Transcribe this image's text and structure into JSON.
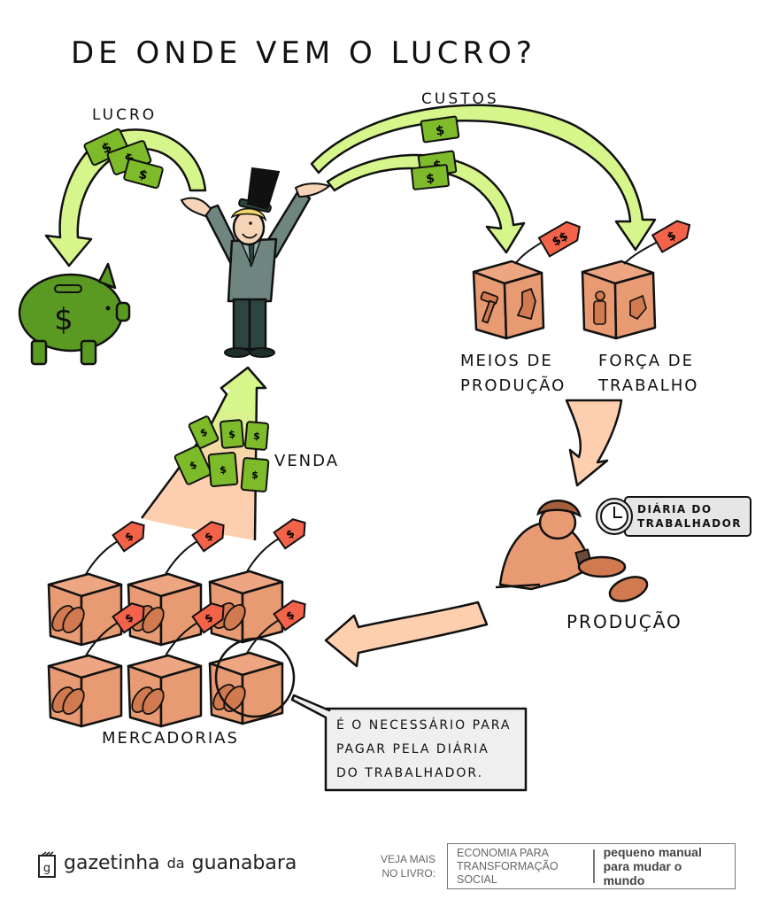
{
  "title": "DE ONDE VEM O LUCRO?",
  "labels": {
    "lucro": "LUCRO",
    "custos": "CUSTOS",
    "meios_line1": "MEIOS DE",
    "meios_line2": "PRODUÇÃO",
    "forca_line1": "FORÇA DE",
    "forca_line2": "TRABALHO",
    "venda": "VENDA",
    "producao": "PRODUÇÃO",
    "mercadorias": "MERCADORIAS"
  },
  "clock_tag": {
    "icon": "clock-icon",
    "line1": "DIÁRIA DO",
    "line2": "TRABALHADOR"
  },
  "speech_bubble": {
    "line1": "É O NECESSÁRIO PARA",
    "line2": "PAGAR PELA DIÁRIA",
    "line3": "DO TRABALHADOR."
  },
  "price_tags": {
    "meios_de_producao": "$$",
    "forca_de_trabalho": "$",
    "mercadoria": "$"
  },
  "bill_symbol": "$",
  "piggy_symbol": "$",
  "colors": {
    "money_green": "#7dbb2a",
    "arrow_green": "#d6f58a",
    "piggy_green": "#5a9a22",
    "box_orange": "#e89a72",
    "price_tag_red": "#f2634a",
    "arrow_peach": "#fdcfae",
    "suit_gray": "#6f8580",
    "clock_gray": "#e6e6e6"
  },
  "footer": {
    "brand_main_1": "gazetinha",
    "brand_small": "da",
    "brand_main_2": "guanabara",
    "veja_line1": "VEJA MAIS",
    "veja_line2": "NO LIVRO:",
    "book_title_line1": "ECONOMIA PARA",
    "book_title_line2": "TRANSFORMAÇÃO SOCIAL",
    "book_subtitle_line1": "pequeno manual",
    "book_subtitle_line2": "para mudar o mundo"
  }
}
